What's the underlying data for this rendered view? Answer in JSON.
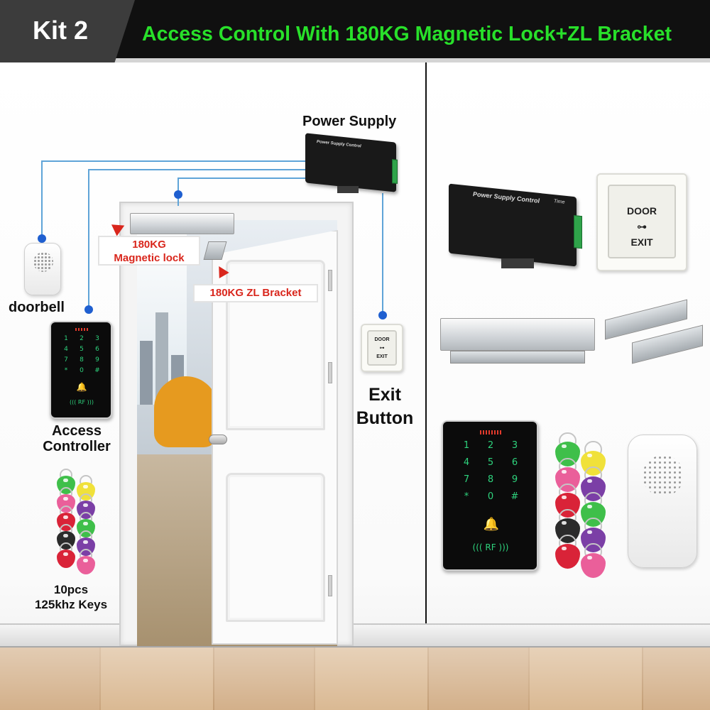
{
  "header": {
    "kit_label": "Kit 2",
    "title": "Access Control With 180KG Magnetic Lock+ZL Bracket",
    "title_color": "#28e02a"
  },
  "diagram": {
    "power_supply_label": "Power Supply",
    "magnetic_lock_label_line1": "180KG",
    "magnetic_lock_label_line2": "Magnetic lock",
    "zl_bracket_label": "180KG ZL Bracket",
    "doorbell_label": "doorbell",
    "access_controller_label_line1": "Access",
    "access_controller_label_line2": "Controller",
    "exit_button_label_line1": "Exit",
    "exit_button_label_line2": "Button",
    "keys_label_line1": "10pcs",
    "keys_label_line2": "125khz Keys",
    "wire_color": "#5fa4d8",
    "dot_color": "#1f5fd0",
    "callout_color": "#d9261c"
  },
  "psu": {
    "title": "Power Supply Control",
    "brand": "Time"
  },
  "exit_plate": {
    "line1": "DOOR",
    "key_glyph": "⊶",
    "line2": "EXIT"
  },
  "keypad": {
    "keys": [
      "1",
      "2",
      "3",
      "4",
      "5",
      "6",
      "7",
      "8",
      "9",
      "*",
      "0",
      "#"
    ],
    "bell_glyph": "🔔",
    "rf_glyph": "((( RF )))"
  },
  "key_tag_colors": [
    "#3fbf4a",
    "#f0e13a",
    "#ea5f9a",
    "#7b3fa6",
    "#d92338",
    "#3fbf4a",
    "#2b2b2b",
    "#7b3fa6",
    "#d92338",
    "#ea5f9a"
  ]
}
